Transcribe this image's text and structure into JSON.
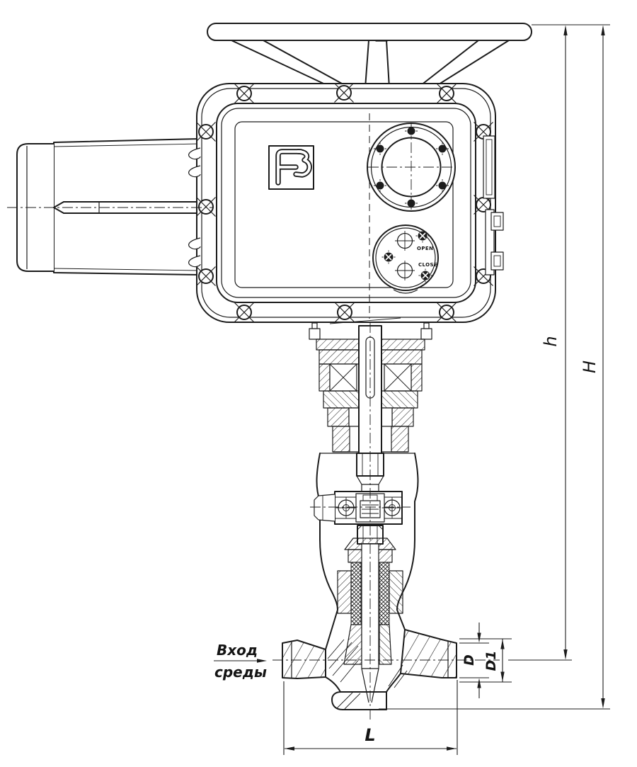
{
  "page": {
    "background": "#ffffff",
    "line_color": "#1c1c1c"
  },
  "drawing": {
    "labels": {
      "dim_h": "h",
      "dim_capital_h": "H",
      "dim_d": "D",
      "dim_d1": "D1",
      "dim_l": "L"
    },
    "actuator": {
      "open_label": "OPEN",
      "close_label": "CLOSE"
    },
    "inlet": {
      "line1": "Вход",
      "line2": "среды"
    },
    "icons": {
      "logo": "manufacturer-monogram-B",
      "bolt": "cross-slot-bolt",
      "window_bolt": "filled-bolt-dot",
      "screw": "cross-recess-screw"
    }
  }
}
